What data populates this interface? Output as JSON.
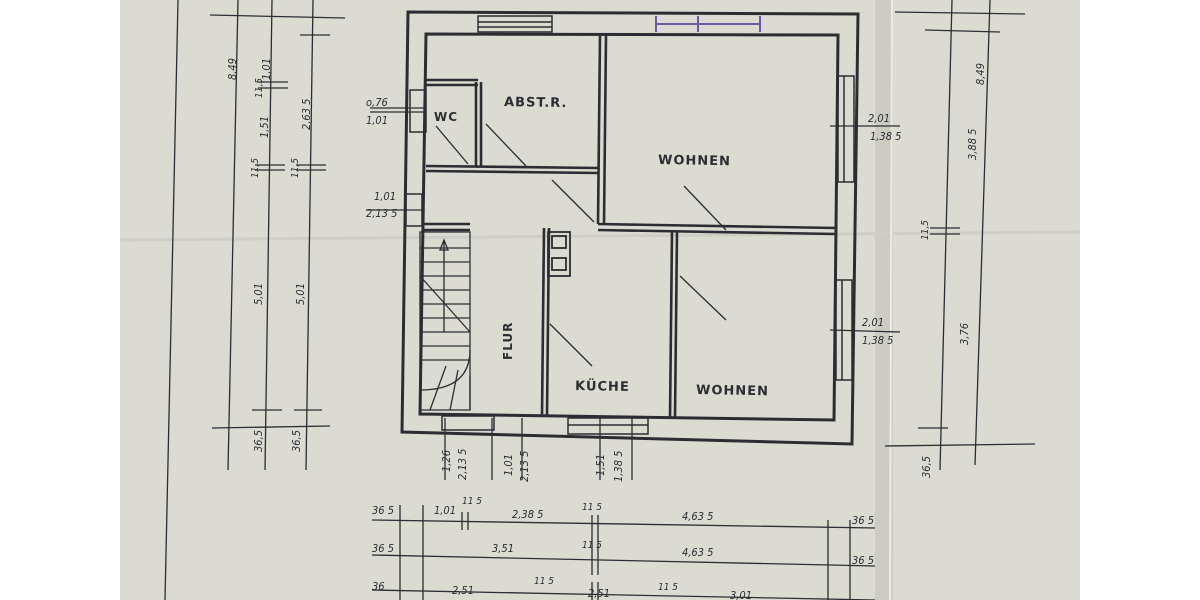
{
  "colors": {
    "paper": "#dcdbd2",
    "ink": "#2b2d33",
    "shadow": "#c9c8bf",
    "accent": "#6a5aa8"
  },
  "rooms": {
    "abstr": "ABST.R.",
    "wc": "WC",
    "wohnen_top": "WOHNEN",
    "wohnen_bottom": "WOHNEN",
    "kueche": "KÜCHE",
    "flur": "FLUR"
  },
  "dims_left": {
    "a1": "8,49",
    "a2": "5,01",
    "a3": "1,01",
    "a4": "11,5",
    "a5": "1,51",
    "a6": "11,5",
    "a7": "36,5",
    "b1": "2,63 5",
    "b2": "5,01",
    "b3": "11,5",
    "b4": "36,5",
    "w1": "o,76",
    "w2": "1,01",
    "w3": "1,01",
    "w4": "2,13 5"
  },
  "dims_right": {
    "d1": "8,49",
    "d2": "3,88 5",
    "d3": "11,5",
    "d4": "3,76",
    "d5": "36,5",
    "w1": "2,01",
    "w2": "1,38 5",
    "w3": "2,01",
    "w4": "1,38 5"
  },
  "dims_bottom_windows": {
    "a": "1,26",
    "b": "2,13 5",
    "c": "1,01",
    "d": "2,13 5",
    "e": "1,51",
    "f": "1,38 5"
  },
  "dims_rows": {
    "r1": [
      "36 5",
      "1,01",
      "11 5",
      "2,38 5",
      "11 5",
      "4,63 5",
      "36 5"
    ],
    "r2": [
      "36 5",
      "3,51",
      "11 5",
      "4,63 5",
      "36 5"
    ],
    "r3": [
      "36",
      "2,51",
      "11 5",
      "2,51",
      "11 5",
      "3,01"
    ]
  }
}
